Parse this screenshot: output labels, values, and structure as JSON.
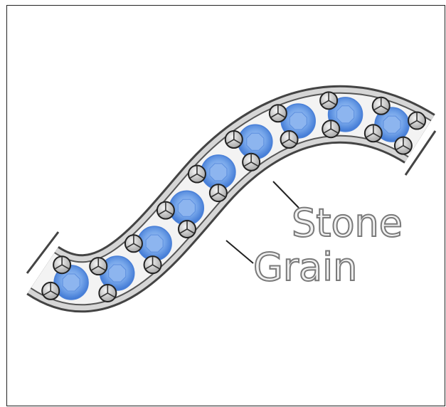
{
  "labels": {
    "stone": "Stone",
    "grain": "Grain"
  },
  "colors": {
    "frame_border": "#222222",
    "band_fill": "#e6e6e6",
    "band_outline": "#555555",
    "stone_fill": "#6f9fe6",
    "stone_dark": "#3f78d4",
    "grain_fill": "#d9d9d9",
    "grain_outline": "#222222",
    "label_fill": "#f2f2f2",
    "label_stroke": "#7a7a7a"
  },
  "icons": {
    "stone": "round-blue-gemstone",
    "grain": "grain-ball-icon"
  }
}
